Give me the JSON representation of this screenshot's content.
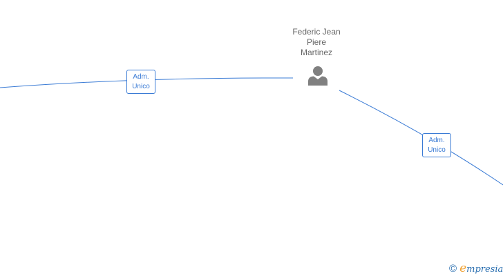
{
  "person": {
    "name": "Federic Jean\nPiere\nMartinez",
    "icon": "person-icon"
  },
  "relations": [
    {
      "label": "Adm.\nUnico"
    },
    {
      "label": "Adm.\nUnico"
    }
  ],
  "brand": {
    "symbol": "©",
    "initial": "e",
    "rest": "mpresia"
  },
  "colors": {
    "edge": "#3a7bd5",
    "person_text": "#666666",
    "person_icon": "#808080",
    "brand_blue": "#2a6fb0",
    "brand_orange": "#f0a030"
  }
}
